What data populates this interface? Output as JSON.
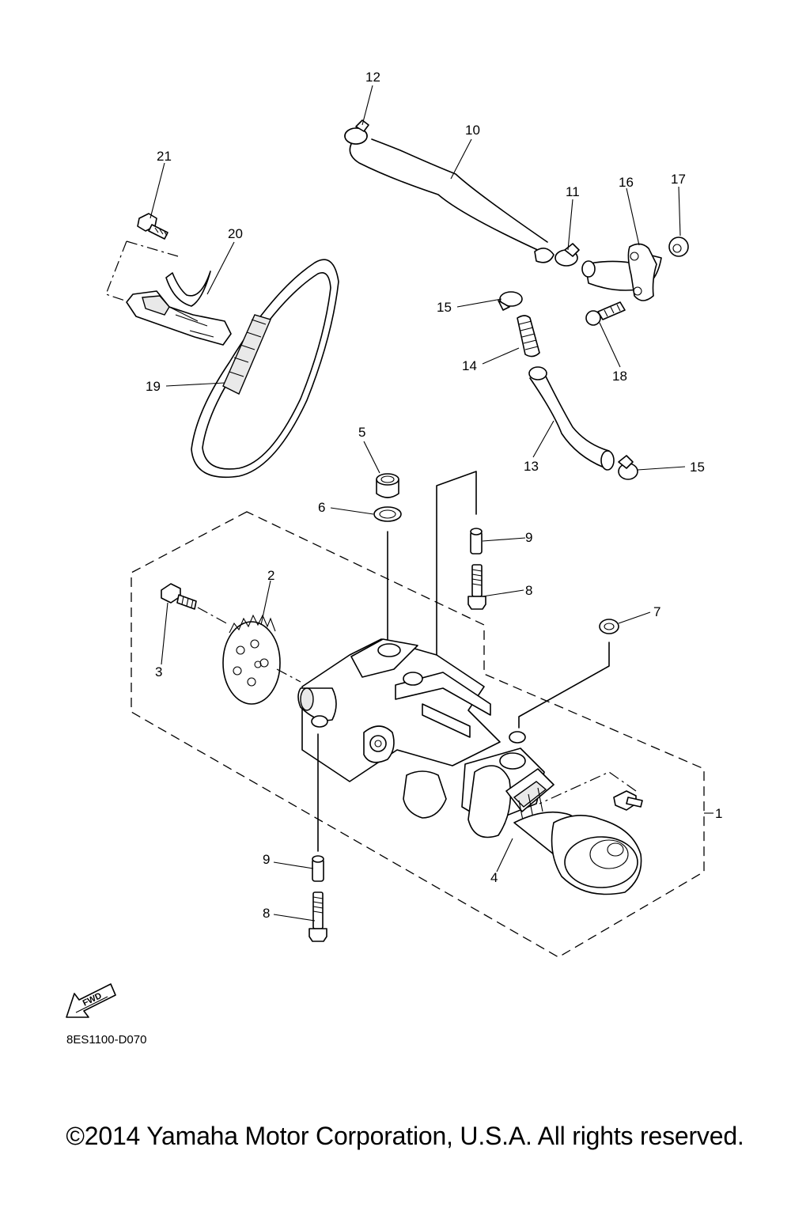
{
  "drawing_code": "8ES1100-D070",
  "copyright": "©2014 Yamaha Motor Corporation, U.S.A. All rights reserved.",
  "fwd_label": "FWD",
  "callouts": {
    "c1": "1",
    "c2": "2",
    "c3": "3",
    "c4": "4",
    "c5": "5",
    "c6": "6",
    "c7": "7",
    "c8a": "8",
    "c8b": "8",
    "c9a": "9",
    "c9b": "9",
    "c10": "10",
    "c11": "11",
    "c12": "12",
    "c13": "13",
    "c14": "14",
    "c15a": "15",
    "c15b": "15",
    "c16": "16",
    "c17": "17",
    "c18": "18",
    "c19": "19",
    "c20": "20",
    "c21": "21"
  }
}
